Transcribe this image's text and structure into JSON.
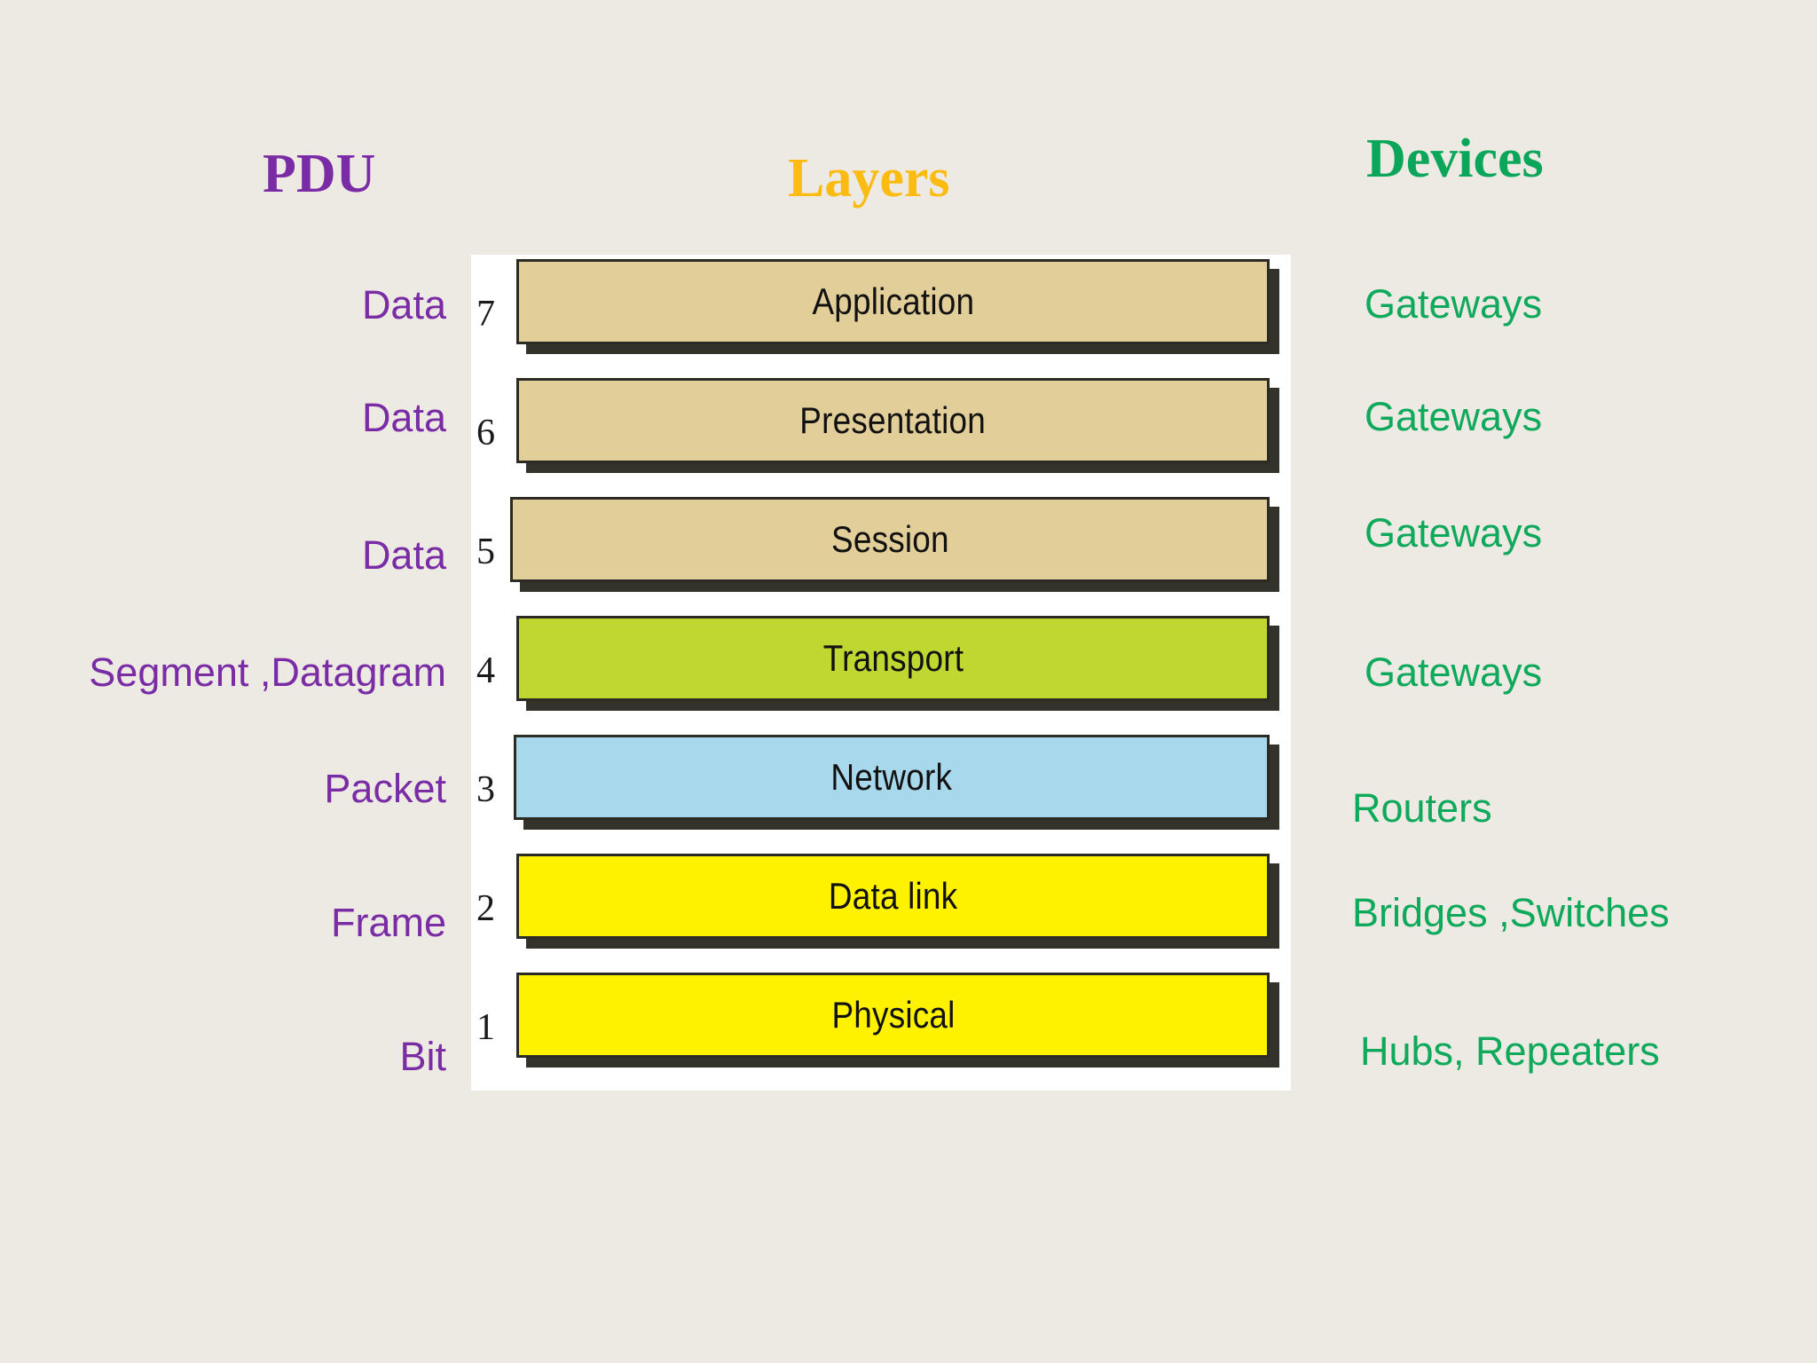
{
  "background_color": "#EDE9E3",
  "panel_color": "#FFFFFF",
  "headings": {
    "pdu": "PDU",
    "layers": "Layers",
    "devices": "Devices",
    "pdu_color": "#7A2CA5",
    "layers_color": "#FBBB10",
    "devices_color": "#0BA65A"
  },
  "chart_data": {
    "type": "table",
    "title": "OSI Model Layers with PDU and Devices",
    "columns": [
      "PDU",
      "Number",
      "Layer",
      "Devices"
    ],
    "rows": [
      {
        "pdu": "Data",
        "number": "7",
        "layer": "Application",
        "device": "Gateways",
        "color": "#E2CE99"
      },
      {
        "pdu": "Data",
        "number": "6",
        "layer": "Presentation",
        "device": "Gateways",
        "color": "#E2CE99"
      },
      {
        "pdu": "Data",
        "number": "5",
        "layer": "Session",
        "device": "Gateways",
        "color": "#E2CE99"
      },
      {
        "pdu": "Segment ,Datagram",
        "number": "4",
        "layer": "Transport",
        "device": "Gateways",
        "color": "#BFD730"
      },
      {
        "pdu": "Packet",
        "number": "3",
        "layer": "Network",
        "device": "Routers",
        "color": "#A8D8EC"
      },
      {
        "pdu": "Frame",
        "number": "2",
        "layer": "Data link",
        "device": "Bridges ,Switches",
        "color": "#FFF200"
      },
      {
        "pdu": "Bit",
        "number": "1",
        "layer": "Physical",
        "device": "Hubs, Repeaters",
        "color": "#FFF200"
      }
    ]
  },
  "layers": [
    {
      "number": "7",
      "name": "Application",
      "pdu": "Data",
      "device": "Gateways",
      "fill": "#E2CE99"
    },
    {
      "number": "6",
      "name": "Presentation",
      "pdu": "Data",
      "device": "Gateways",
      "fill": "#E2CE99"
    },
    {
      "number": "5",
      "name": "Session",
      "pdu": "Data",
      "device": "Gateways",
      "fill": "#E2CE99"
    },
    {
      "number": "4",
      "name": "Transport",
      "pdu": "Segment ,Datagram",
      "device": "Gateways",
      "fill": "#BFD730"
    },
    {
      "number": "3",
      "name": "Network",
      "pdu": "Packet",
      "device": "Routers",
      "fill": "#A8D8EC"
    },
    {
      "number": "2",
      "name": "Data link",
      "pdu": "Frame",
      "device": "Bridges ,Switches",
      "fill": "#FFF200"
    },
    {
      "number": "1",
      "name": "Physical",
      "pdu": "Bit",
      "device": "Hubs, Repeaters",
      "fill": "#FFF200"
    }
  ]
}
